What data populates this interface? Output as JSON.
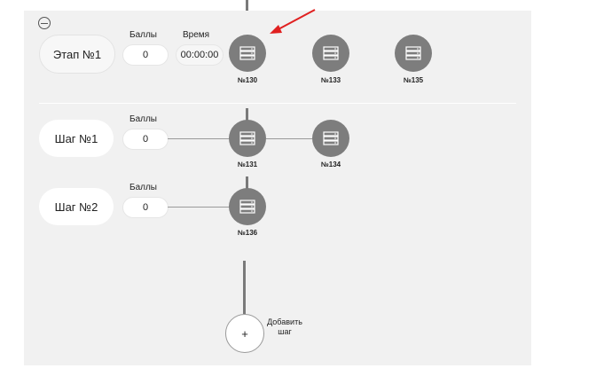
{
  "stage": {
    "title": "Этап №1",
    "score_label": "Баллы",
    "score_value": "0",
    "time_label": "Время",
    "time_value": "00:00:00",
    "nodes": [
      "№130",
      "№133",
      "№135"
    ]
  },
  "steps": [
    {
      "title": "Шаг №1",
      "score_label": "Баллы",
      "score_value": "0",
      "nodes": [
        "№131",
        "№134"
      ]
    },
    {
      "title": "Шаг №2",
      "score_label": "Баллы",
      "score_value": "0",
      "nodes": [
        "№136"
      ]
    }
  ],
  "add_step": {
    "icon_text": "+",
    "label": "Добавить шаг"
  },
  "colors": {
    "node": "#7d7d7d",
    "connector": "#7a7a7a",
    "arrow": "#e02020",
    "panel": "#f1f1f1"
  },
  "icons": {
    "collapse": "minus-circle-icon",
    "node": "server-icon",
    "annotation": "red-arrow-icon"
  }
}
